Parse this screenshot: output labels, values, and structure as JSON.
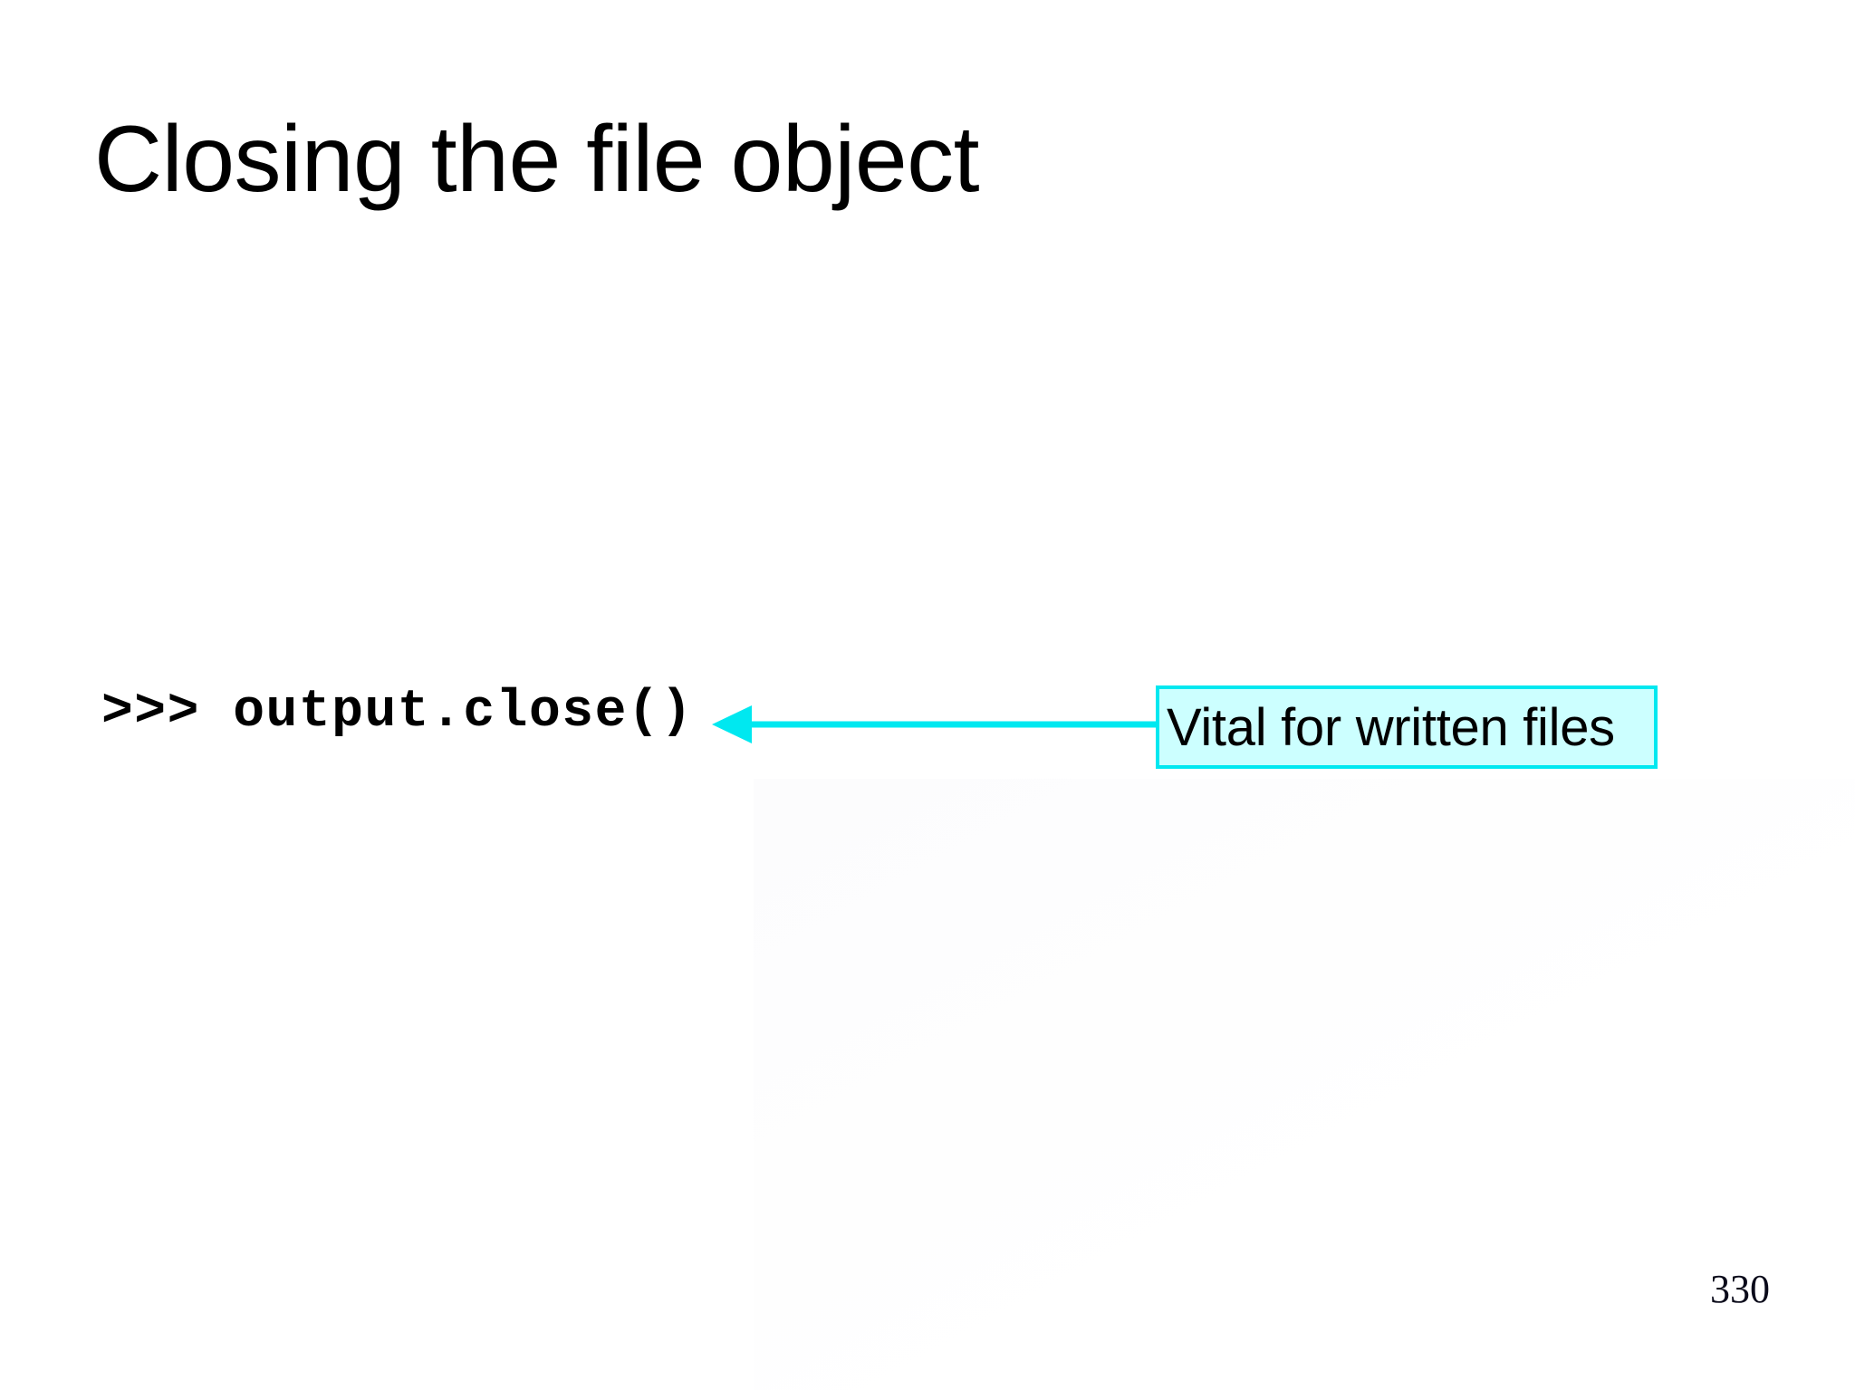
{
  "slide": {
    "title": "Closing the file object",
    "page_number": "330",
    "background_color": "#ffffff",
    "text_color": "#000000"
  },
  "code": {
    "prompt": ">>>",
    "statement": "output.close()",
    "full_line": ">>> output.close()"
  },
  "annotation": {
    "callout_text": "Vital for written files",
    "arrow_direction": "left",
    "arrow_color": "#00e8f0",
    "box_fill_color": "#ccffff",
    "box_border_color": "#00e8f0"
  }
}
